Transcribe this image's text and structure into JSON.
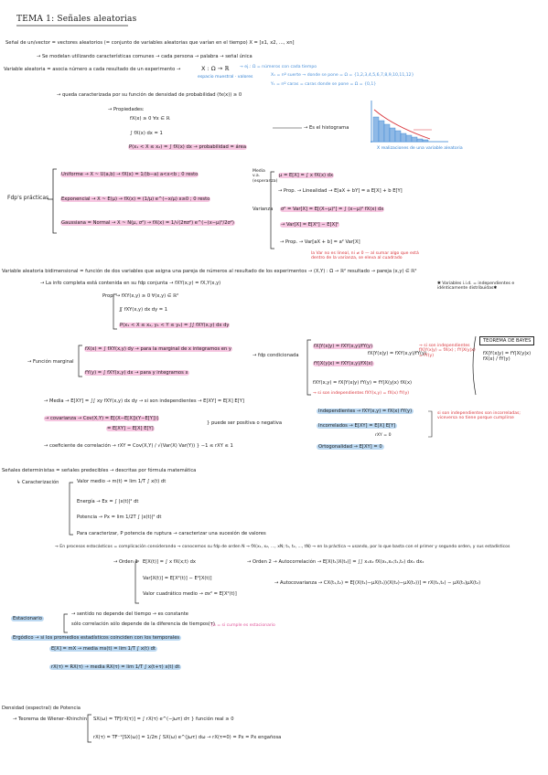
{
  "title": "TEMA 1: Señales aleatorias",
  "senal": "Señal de un/vector = vectores aleatorios (= conjunto de variables aleatorias que varían en el tiempo) X = [x1, x2, ..., xn]",
  "senal_sub": "→ Se modelan utilizando características comunes → cada persona → palabra → señal única",
  "va": "Variable aleatoria = asocia número a cada resultado de un experimento →",
  "va_map": "X : Ω → ℝ",
  "va_map_sub": "espacio muestral · valores",
  "va_notes": [
    "→ ej.: Ω = números con cada tiempo",
    "X₁ = nº suerte → donde se pone = Ω = {1,2,3,4,5,6,7,8,9,10,11,12}",
    "Y₁ = nº caras = caras donde se pone = Ω = {0,1}"
  ],
  "densidad_head": "→ queda caracterizada por su función de densidad de probabilidad (fx(x)) ≥ 0",
  "props_head": "→ Propiedades:",
  "props": [
    "fX(x) ≥ 0   ∀x ∈ ℝ",
    "∫ fX(x) dx = 1",
    "P(x₁ < X ≤ x₂) = ∫ fX(x) dx → probabilidad = área"
  ],
  "histograma": "→ Es el histograma",
  "hist_caption": "X realizaciones de una variable aleatoria",
  "fdps_label": "Fdp's prácticas",
  "fdps": [
    "Uniforme → X ~ U(a,b) → fX(x) = 1/(b−a) a<x<b ; 0 resto",
    "Exponencial → X ~ E(μ) → fX(x) = (1/μ) e^(−x/μ) x≥0 ; 0 resto",
    "Gaussiana = Normal → X ~ N(μ, σ²) → fX(x) = 1/√(2πσ²) e^(−(x−μ)²/2σ²)"
  ],
  "media_label": "Media v.a. (esperanza)",
  "media": "μ = E[X] = ∫ x fX(x) dx",
  "media_prop": "→ Prop. → Linealidad → E[aX + bY] = a E[X] + b E[Y]",
  "varianza_label": "Varianza",
  "varianza": "σ² = Var[X] = E[(X−μ)²] = ∫ (x−μ)² fX(x) dx",
  "varianza2": "→ Var[X] = E[X²] − E[X]²",
  "varianza_prop": "→ Prop. → Var[aX + b] = a² Var[X]",
  "varianza_note": "la Var no es lineal, ni ≠ 0 — al sumar algo que está dentro de la varianza, se eleva al cuadrado",
  "bidim": "Variable aleatoria bidimensional = función de dos variables que asigna una pareja de números al resultado de los experimentos → (X,Y) : Ω → ℝ² resultado → pareja (x,y) ∈ ℝ²",
  "bidim_sub": "→ La info completa está contenida en su fdp conjunta → fXY(x,y) = fX,Y(x,y)",
  "iid": "✱ Variables i.i.d. = independientes e idénticamente distribuidas✱",
  "bidim_props": [
    "Prop. → fXY(x,y) ≥ 0   ∀(x,y) ∈ ℝ²",
    "∬ fXY(x,y) dx dy = 1",
    "P(x₁ < X ≤ x₂, y₁ < Y ≤ y₂) = ∫∫ fXY(x,y) dx dy"
  ],
  "marginal_label": "→ Función marginal",
  "marginal": [
    "fX(x) = ∫ fXY(x,y) dy → para la marginal de x integramos en y",
    "fY(y) = ∫ fXY(x,y) dx → para y integramos x"
  ],
  "condicionada_label": "→ fdp condicionada",
  "condicionada": [
    "fX|Y(x|y) = fXY(x,y)/fY(y)",
    "fY|X(y|x) = fXY(x,y)/fX(x)",
    "fXY(x,y) = fX|Y(x|y) fY(y) = fY|X(y|x) fX(x)",
    "→ si son independientes fXY(x,y) = fX(x) fY(y)"
  ],
  "cond_right": "fX|Y(x|y) = fXY(x,y)/fY(y)",
  "cond_note": "→ si son independientes fX|Y(x|y) = fX(x) ; fY|X(y|x) = fY(y)",
  "bayes_title": "TEOREMA DE BAYES",
  "bayes": "fX|Y(x|y) = fY|X(y|x) fX(x) / fY(y)",
  "media2": "→ Media → E[XY] = ∫∫ xy fXY(x,y) dx dy → si son independientes → E[XY] = E[X] E[Y]",
  "covarianza": "→ covarianza → Cov(X,Y) = E[(X−E[X])(Y−E[Y])]",
  "covarianza2": "= E[XY] − E[X] E[Y]",
  "cov_note": "} puede ser positiva o negativa",
  "correlacion": "→ coeficiente de correlación → rXY = Cov(X,Y) / √(Var(X) Var(Y))   } −1 ≤ rXY ≤ 1",
  "indep": "Independientes → fXY(x,y) = fX(x) fY(y)",
  "incorrel": "Incorrelados → E[XY] = E[X] E[Y]",
  "incorrel_sub": "rXY = 0",
  "ortog": "Ortogonalidad → E[XY] = 0",
  "indep_note": "si son independientes son incorreladas; viceversa no tiene porque cumplirse",
  "determ": "Señales deterministas = señales predecibles → descritas por fórmula matemática",
  "caract": "↳ Caracterización",
  "caract_items": [
    "Valor medio → m(t) = lim 1/T ∫ x(t) dt",
    "Energía → Ex = ∫ |x(t)|² dt",
    "Potencia → Px = lim 1/2T ∫ |x(t)|² dt",
    "Para caracterizar, P potencia de ruptura → caracterizar una sucesión de valores"
  ],
  "procesos": "→ En procesos estocásticos = complicación considerando → conocemos su fdp de orden N → fX(x₁, x₂, ..., xN; t₁, t₂, ..., tN) → en la práctica → usando, por lo que basta con el primer y segundo orden, y sus estadísticos",
  "orden1": "→ Orden 1",
  "orden1_items": [
    "E[X(t)] = ∫ x fX(x;t) dx",
    "Var[X(t)] = E[X²(t)] − E²[X(t)]",
    "Valor cuadrático medio → σx² = E[X²(t)]"
  ],
  "orden2": "→ Orden 2 → Autocorrelación → E[X(t₁)X(t₂)] = ∫∫ x₁x₂ fX(x₁,x₂;t₁,t₂) dx₁ dx₂",
  "autocov": "→ Autocovarianza → CX(t₁,t₂) = E[(X(t₁)−μX(t₁))(X(t₂)−μX(t₂))] = rX(t₁,t₂) − μX(t₁)μX(t₂)",
  "estacionario": "Estacionario",
  "estac_items": [
    "→ sentido no depende del tiempo → es constante",
    "sólo correlación sólo depende de la diferencia de tiempos(τ)"
  ],
  "estac_note": "{a = si cumple es estacionario",
  "ergodico": "Ergódico → si los promedios estadísticos coinciden con los temporales",
  "ergod_items": [
    "E[X] = mX → media ms(t) = lim 1/T ∫ x(t) dt",
    "rX(τ) = RX(τ) → media RX(τ) = lim 1/T ∫ x(t+τ) x(t) dt"
  ],
  "densidad_esp": "Densidad (espectral) de Potencia",
  "wiener": "→ Teorema de Wiener–Khinchin",
  "wiener1": "SX(ω) = TF[rX(τ)] = ∫ rX(τ) e^(−jωτ) dτ   } función real ≥ 0",
  "wiener2": "rX(τ) = TF⁻¹[SX(ω)] = 1/2π ∫ SX(ω) e^(jωτ) dω → rX(τ=0) = Px = Px engañosa"
}
